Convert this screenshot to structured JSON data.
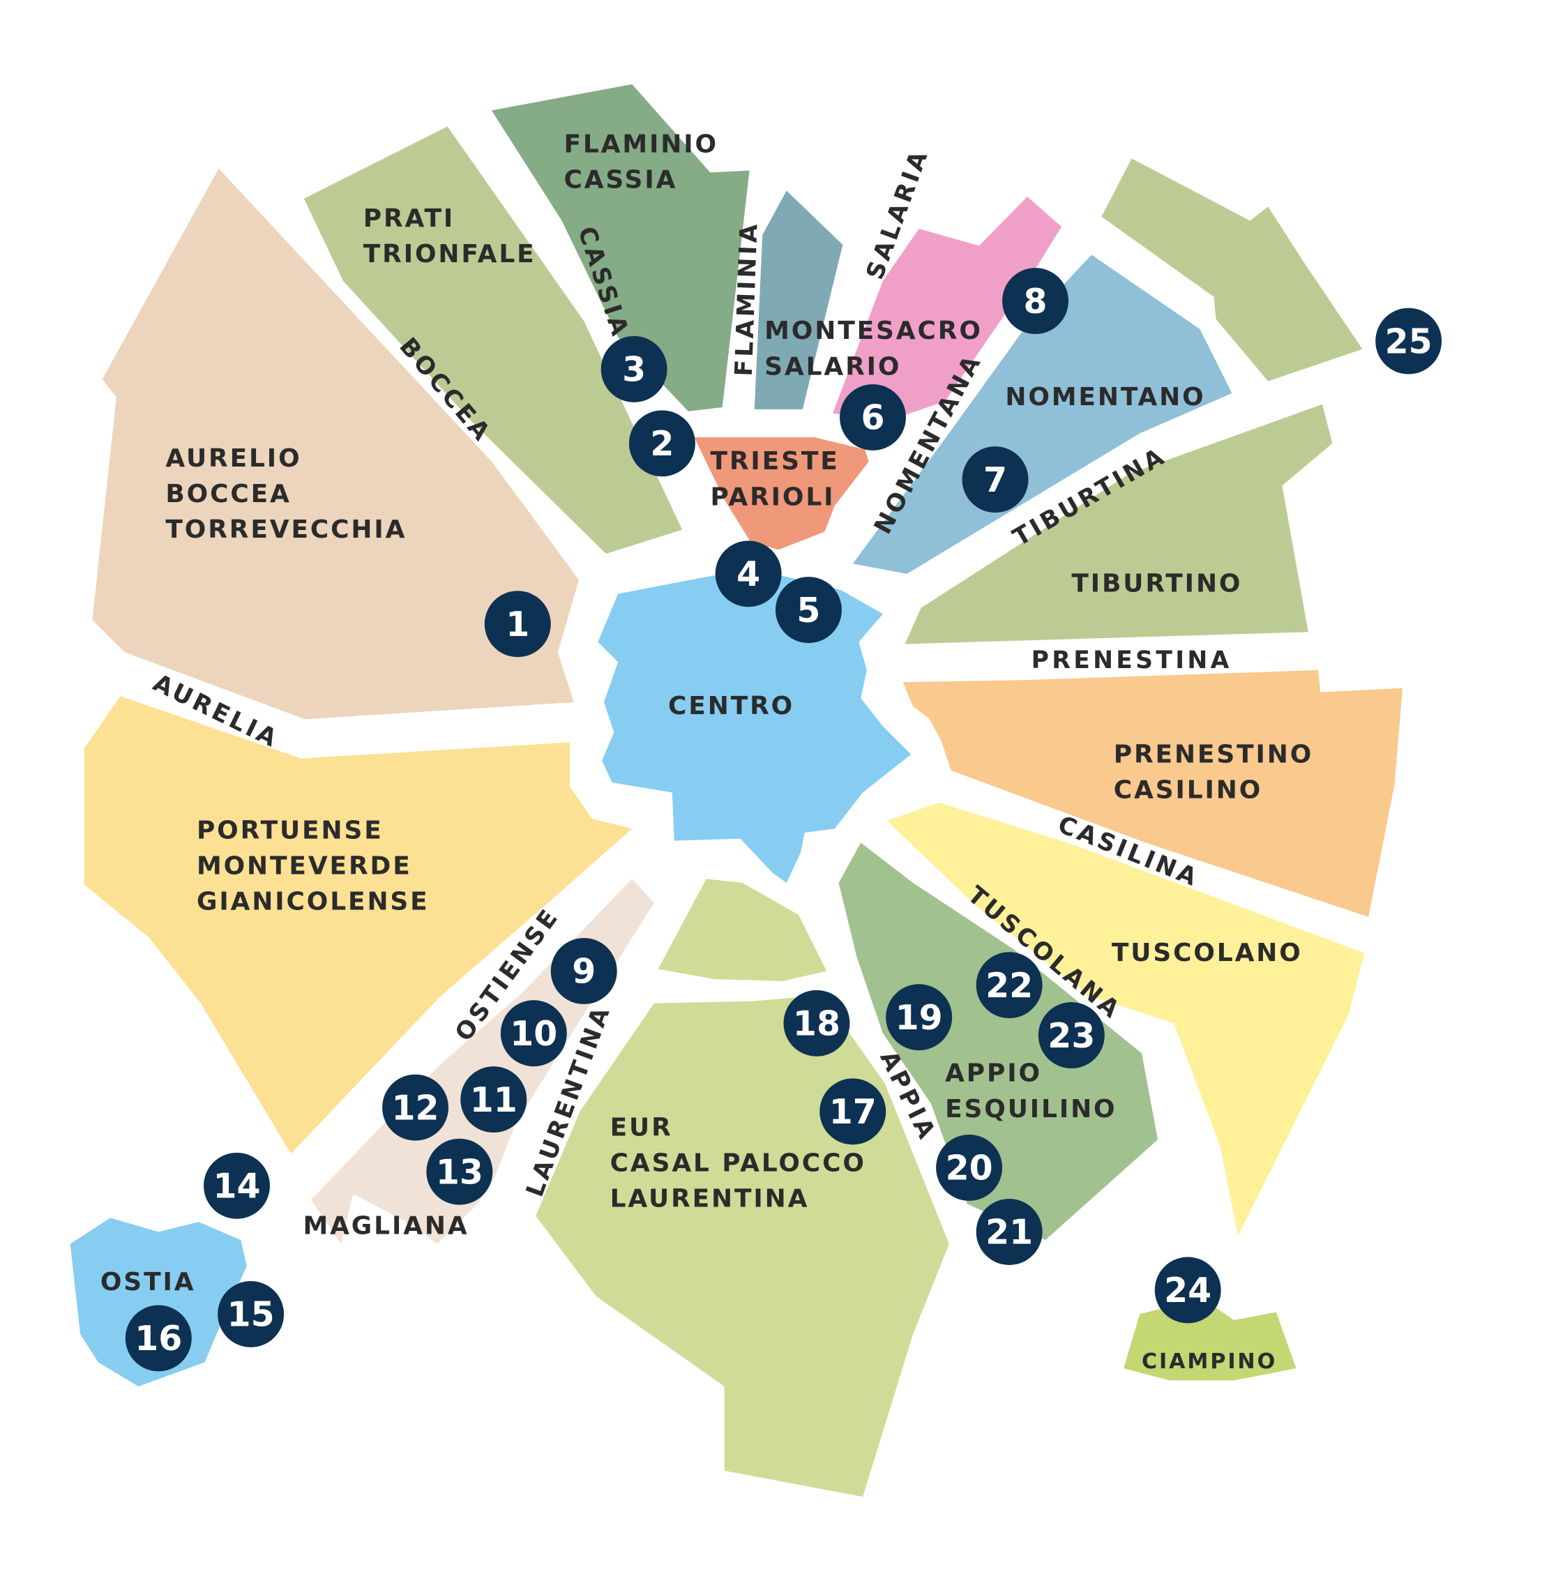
{
  "colors": {
    "background": "#ffffff",
    "marker": "#0d3152",
    "marker_text": "#ffffff",
    "label": "#2b2b2b"
  },
  "zones": [
    {
      "id": "aurelio",
      "lines": [
        "AURELIO",
        "BOCCEA",
        "TORREVECCHIA"
      ],
      "color": "#ecd5bc"
    },
    {
      "id": "prati",
      "lines": [
        "PRATI",
        "TRIONFALE"
      ],
      "color": "#bccb93"
    },
    {
      "id": "flaminio",
      "lines": [
        "FLAMINIO",
        "CASSIA"
      ],
      "color": "#86ab87"
    },
    {
      "id": "montesacro",
      "lines": [
        "MONTESACRO",
        "SALARIO"
      ],
      "color": "#7faab3"
    },
    {
      "id": "montesacro-east",
      "lines": [],
      "color": "#f0a0c8"
    },
    {
      "id": "trieste",
      "lines": [
        "TRIESTE",
        "PARIOLI"
      ],
      "color": "#f0987a"
    },
    {
      "id": "nomentano",
      "lines": [
        "NOMENTANO"
      ],
      "color": "#90bfd8"
    },
    {
      "id": "northeast",
      "lines": [],
      "color": "#bccb93"
    },
    {
      "id": "tiburtino",
      "lines": [
        "TIBURTINO"
      ],
      "color": "#bccb93"
    },
    {
      "id": "centro",
      "lines": [
        "CENTRO"
      ],
      "color": "#86cdf1"
    },
    {
      "id": "prenestino",
      "lines": [
        "PRENESTINO",
        "CASILINO"
      ],
      "color": "#fac98e"
    },
    {
      "id": "portuense",
      "lines": [
        "PORTUENSE",
        "MONTEVERDE",
        "GIANICOLENSE"
      ],
      "color": "#fce093"
    },
    {
      "id": "tuscolano",
      "lines": [
        "TUSCOLANO"
      ],
      "color": "#fef19a"
    },
    {
      "id": "appio",
      "lines": [
        "APPIO",
        "ESQUILINO"
      ],
      "color": "#a1c18e"
    },
    {
      "id": "south-small",
      "lines": [],
      "color": "#cedc98"
    },
    {
      "id": "eur",
      "lines": [
        "EUR",
        "CASAL PALOCCO",
        "LAURENTINA"
      ],
      "color": "#cedc98"
    },
    {
      "id": "magliana",
      "lines": [
        "MAGLIANA"
      ],
      "color": "#f0e2d6"
    },
    {
      "id": "ostia",
      "lines": [
        "OSTIA"
      ],
      "color": "#86cdf1"
    },
    {
      "id": "ciampino",
      "lines": [
        "CIAMPINO"
      ],
      "color": "#c3d773"
    }
  ],
  "roads": [
    "BOCCEA",
    "CASSIA",
    "FLAMINIA",
    "SALARIA",
    "NOMENTANA",
    "TIBURTINA",
    "PRENESTINA",
    "CASILINA",
    "TUSCOLANA",
    "APPIA",
    "LAURENTINA",
    "OSTIENSE",
    "AURELIA"
  ],
  "markers": [
    "1",
    "2",
    "3",
    "4",
    "5",
    "6",
    "7",
    "8",
    "9",
    "10",
    "11",
    "12",
    "13",
    "14",
    "15",
    "16",
    "17",
    "18",
    "19",
    "20",
    "21",
    "22",
    "23",
    "24",
    "25"
  ]
}
